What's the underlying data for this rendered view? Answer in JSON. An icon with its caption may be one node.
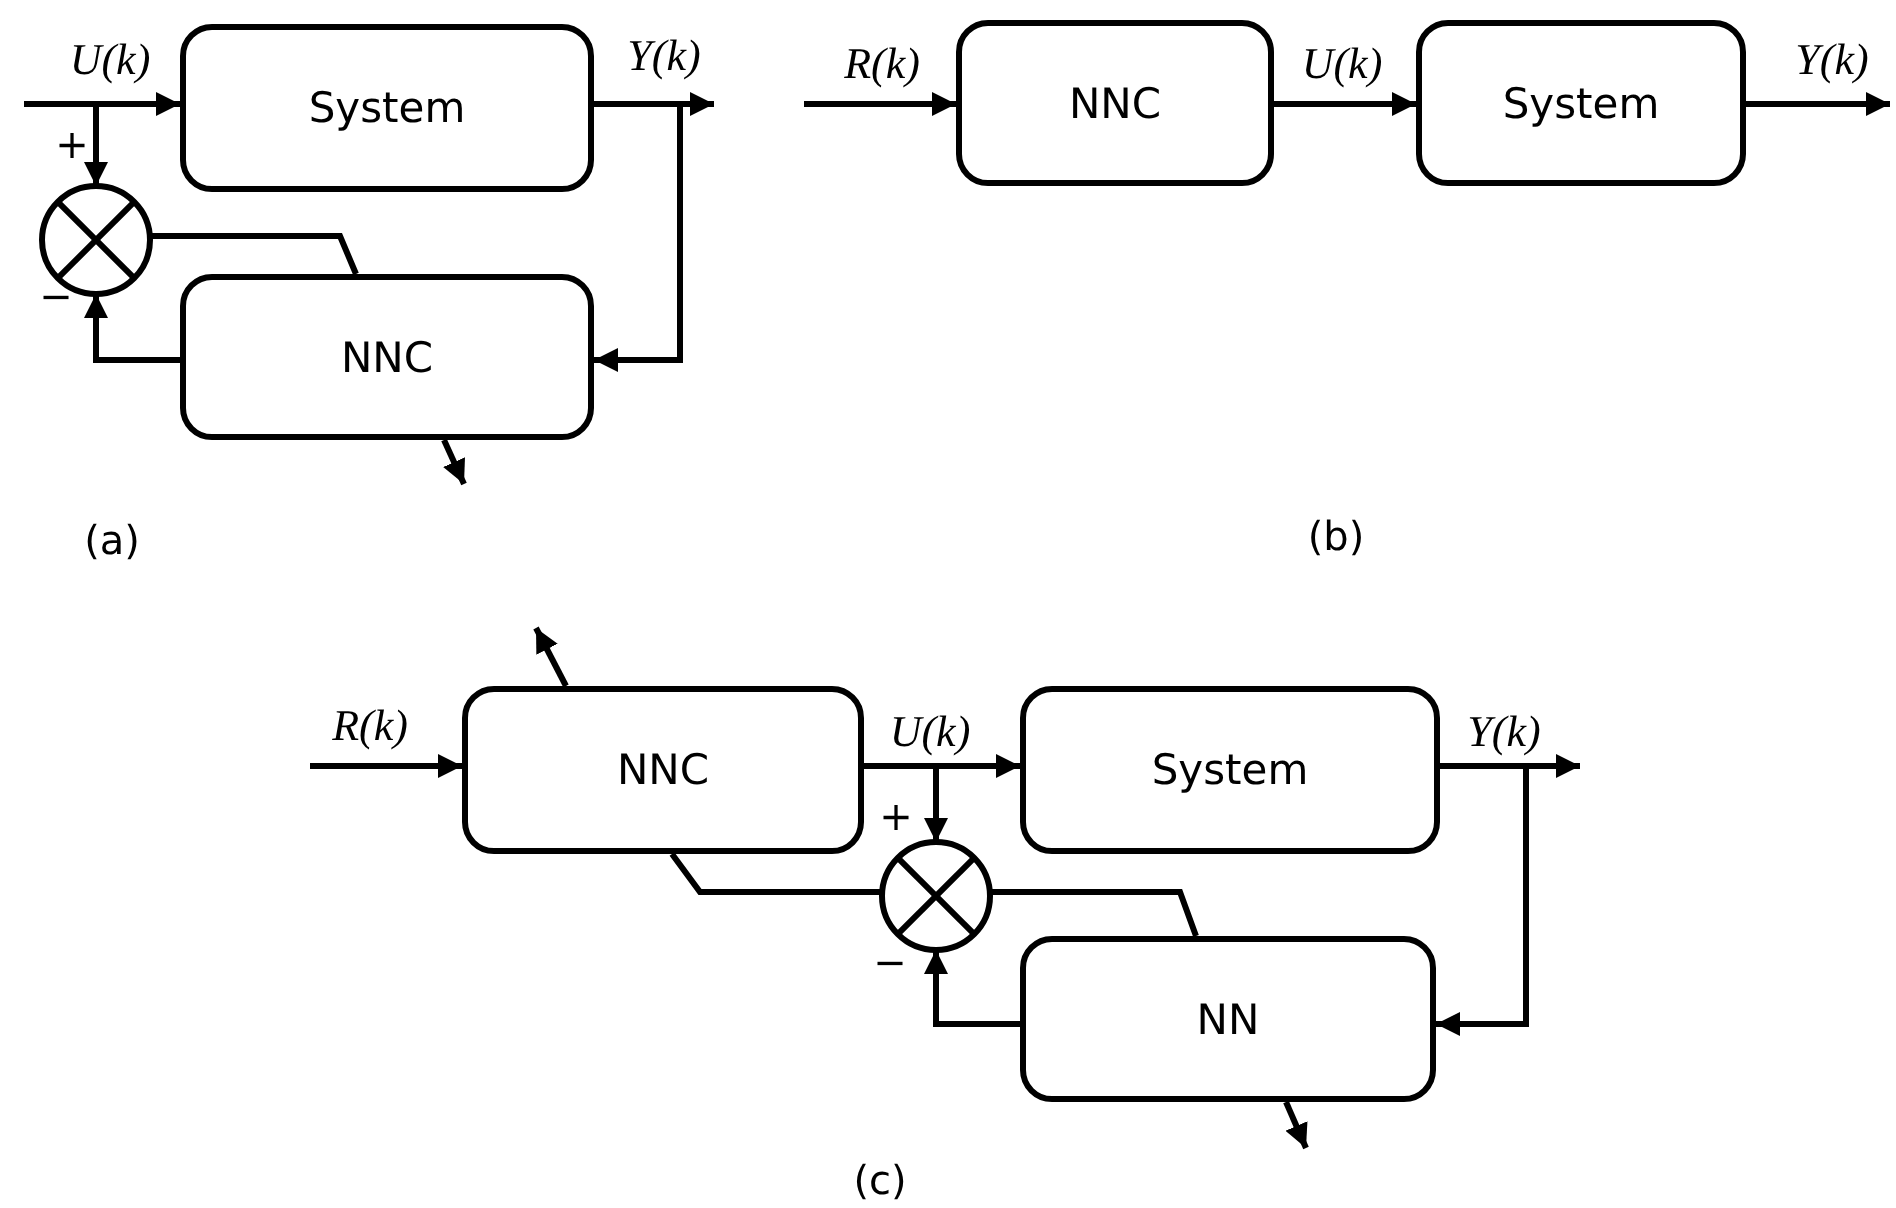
{
  "diagram": {
    "nodes": [
      {
        "text": [
          "System"
        ]
      },
      {
        "text": [
          "NNC"
        ]
      },
      {
        "text": [],
        "shape": "circle"
      },
      {
        "text": [
          "NNC"
        ]
      },
      {
        "text": [
          "System"
        ]
      },
      {
        "text": [
          "NNC"
        ]
      },
      {
        "text": [
          "System"
        ]
      },
      {
        "text": [],
        "shape": "circle"
      },
      {
        "text": [
          "NN"
        ]
      }
    ],
    "edges": [
      {
        "from": null,
        "to": 0,
        "arrow": "to",
        "label": "U(k)"
      },
      {
        "from": null,
        "to": 2,
        "arrow": "to"
      },
      {
        "from": 0,
        "to": null,
        "arrow": "to",
        "label": "Y(k)"
      },
      {
        "from": 0,
        "to": 1,
        "arrow": "to"
      },
      {
        "from": 1,
        "to": 2,
        "arrow": "to"
      },
      {
        "from": 2,
        "to": 1,
        "arrow": "none"
      },
      {
        "from": 1,
        "to": null,
        "arrow": "to"
      },
      {
        "from": null,
        "to": 3,
        "arrow": "to",
        "label": "R(k)"
      },
      {
        "from": 3,
        "to": 4,
        "arrow": "to",
        "label": "U(k)"
      },
      {
        "from": 4,
        "to": null,
        "arrow": "to",
        "label": "Y(k)"
      },
      {
        "from": null,
        "to": 5,
        "arrow": "to",
        "label": "R(k)"
      },
      {
        "from": 5,
        "to": 6,
        "arrow": "to",
        "label": "U(k)"
      },
      {
        "from": 5,
        "to": 7,
        "arrow": "to"
      },
      {
        "from": 6,
        "to": null,
        "arrow": "to",
        "label": "Y(k)"
      },
      {
        "from": 6,
        "to": 8,
        "arrow": "to"
      },
      {
        "from": 8,
        "to": 7,
        "arrow": "to"
      },
      {
        "from": 7,
        "to": 8,
        "arrow": "none"
      },
      {
        "from": 7,
        "to": 5,
        "arrow": "none"
      },
      {
        "from": 5,
        "to": null,
        "arrow": "to"
      },
      {
        "from": 8,
        "to": null,
        "arrow": "to"
      }
    ],
    "labels": [
      "+",
      "−",
      "(a)",
      "(b)",
      "+",
      "−",
      "(c)"
    ]
  }
}
